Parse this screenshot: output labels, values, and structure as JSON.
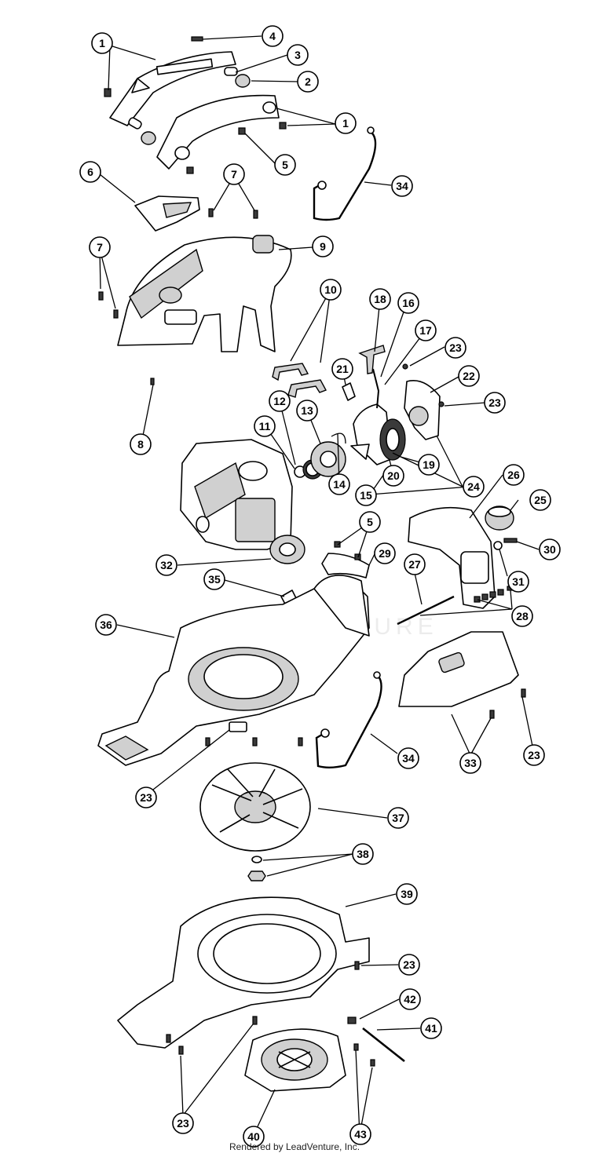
{
  "footer": "Rendered by LeadVenture, Inc.",
  "watermark": "LEADVENTURE",
  "callouts": [
    {
      "id": "c1",
      "label": "1"
    },
    {
      "id": "c2",
      "label": "4"
    },
    {
      "id": "c3",
      "label": "3"
    },
    {
      "id": "c4",
      "label": "2"
    },
    {
      "id": "c5",
      "label": "1"
    },
    {
      "id": "c6",
      "label": "5"
    },
    {
      "id": "c7",
      "label": "6"
    },
    {
      "id": "c8",
      "label": "7"
    },
    {
      "id": "c9",
      "label": "34"
    },
    {
      "id": "c10",
      "label": "7"
    },
    {
      "id": "c11",
      "label": "9"
    },
    {
      "id": "c12",
      "label": "10"
    },
    {
      "id": "c13",
      "label": "18"
    },
    {
      "id": "c14",
      "label": "16"
    },
    {
      "id": "c15",
      "label": "17"
    },
    {
      "id": "c16",
      "label": "23"
    },
    {
      "id": "c17",
      "label": "21"
    },
    {
      "id": "c18",
      "label": "22"
    },
    {
      "id": "c19",
      "label": "12"
    },
    {
      "id": "c20",
      "label": "13"
    },
    {
      "id": "c21",
      "label": "23"
    },
    {
      "id": "c22",
      "label": "11"
    },
    {
      "id": "c23",
      "label": "8"
    },
    {
      "id": "c24",
      "label": "19"
    },
    {
      "id": "c25",
      "label": "20"
    },
    {
      "id": "c26",
      "label": "24"
    },
    {
      "id": "c27",
      "label": "14"
    },
    {
      "id": "c28",
      "label": "15"
    },
    {
      "id": "c29",
      "label": "26"
    },
    {
      "id": "c30",
      "label": "25"
    },
    {
      "id": "c31",
      "label": "5"
    },
    {
      "id": "c32",
      "label": "30"
    },
    {
      "id": "c33",
      "label": "29"
    },
    {
      "id": "c34",
      "label": "27"
    },
    {
      "id": "c35",
      "label": "32"
    },
    {
      "id": "c36",
      "label": "31"
    },
    {
      "id": "c37",
      "label": "35"
    },
    {
      "id": "c38",
      "label": "28"
    },
    {
      "id": "c39",
      "label": "36"
    },
    {
      "id": "c40",
      "label": "34"
    },
    {
      "id": "c41",
      "label": "33"
    },
    {
      "id": "c42",
      "label": "23"
    },
    {
      "id": "c43",
      "label": "23"
    },
    {
      "id": "c44",
      "label": "37"
    },
    {
      "id": "c45",
      "label": "38"
    },
    {
      "id": "c46",
      "label": "39"
    },
    {
      "id": "c47",
      "label": "23"
    },
    {
      "id": "c48",
      "label": "42"
    },
    {
      "id": "c49",
      "label": "41"
    },
    {
      "id": "c50",
      "label": "23"
    },
    {
      "id": "c51",
      "label": "40"
    },
    {
      "id": "c52",
      "label": "43"
    }
  ]
}
